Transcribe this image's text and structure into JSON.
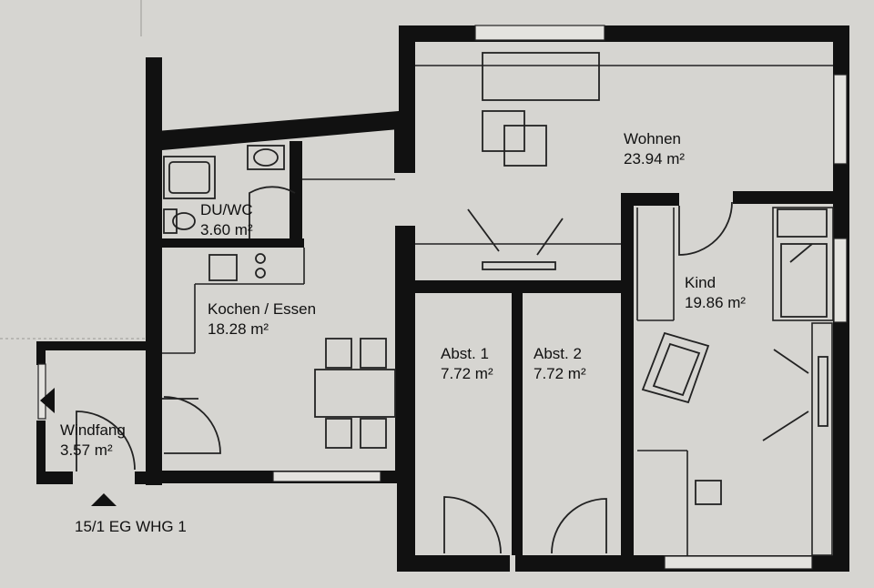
{
  "plan": {
    "unit_label": "15/1 EG WHG 1",
    "rooms": [
      {
        "id": "wohnen",
        "name": "Wohnen",
        "area": "23.94 m²"
      },
      {
        "id": "duwc",
        "name": "DU/WC",
        "area": "3.60 m²"
      },
      {
        "id": "kochen",
        "name": "Kochen / Essen",
        "area": "18.28 m²"
      },
      {
        "id": "kind",
        "name": "Kind",
        "area": "19.86 m²"
      },
      {
        "id": "abst1",
        "name": "Abst. 1",
        "area": "7.72 m²"
      },
      {
        "id": "abst2",
        "name": "Abst. 2",
        "area": "7.72 m²"
      },
      {
        "id": "windfang",
        "name": "Windfang",
        "area": "3.57 m²"
      }
    ]
  }
}
